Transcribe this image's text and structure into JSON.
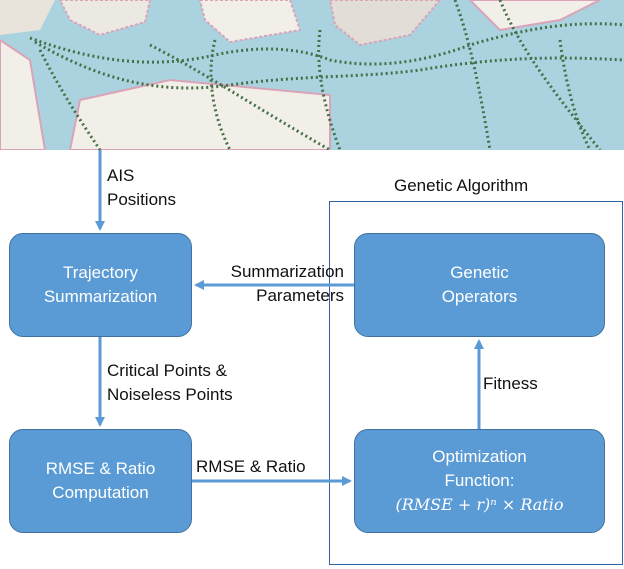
{
  "frame": {
    "title": "Genetic Algorithm"
  },
  "nodes": {
    "trajectory": {
      "line1": "Trajectory",
      "line2": "Summarization"
    },
    "genetic": {
      "line1": "Genetic",
      "line2": "Operators"
    },
    "rmse": {
      "line1": "RMSE & Ratio",
      "line2": "Computation"
    },
    "optimization": {
      "line1": "Optimization",
      "line2": "Function:",
      "formula": "(RMSE + r)ⁿ × Ratio"
    }
  },
  "edges": {
    "ais": {
      "line1": "AIS",
      "line2": "Positions"
    },
    "summ_params": {
      "line1": "Summarization",
      "line2": "Parameters"
    },
    "critical": {
      "line1": "Critical Points &",
      "line2": "Noiseless Points"
    },
    "rmse_ratio": {
      "line1": "RMSE & Ratio"
    },
    "fitness": {
      "line1": "Fitness"
    }
  },
  "colors": {
    "node_fill": "#5b9bd5",
    "arrow": "#5b9bd5",
    "frame": "#2f64a4",
    "sea": "#aad3df"
  }
}
